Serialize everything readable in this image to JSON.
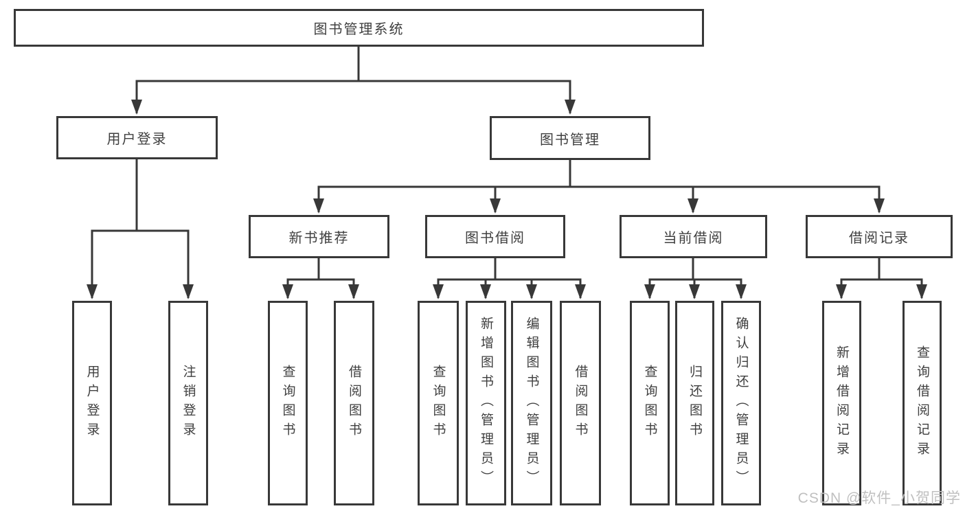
{
  "tree": {
    "root": {
      "label": "图书管理系统"
    },
    "children": [
      {
        "label": "用户登录",
        "children": [
          "用户登录",
          "注销登录"
        ]
      },
      {
        "label": "图书管理",
        "children": [
          {
            "label": "新书推荐",
            "children": [
              "查询图书",
              "借阅图书"
            ]
          },
          {
            "label": "图书借阅",
            "children": [
              "查询图书",
              "新增图书（管理员）",
              "编辑图书（管理员）",
              "借阅图书"
            ]
          },
          {
            "label": "当前借阅",
            "children": [
              "查询图书",
              "归还图书",
              "确认归还（管理员）"
            ]
          },
          {
            "label": "借阅记录",
            "children": [
              "新增借阅记录",
              "查询借阅记录"
            ]
          }
        ]
      }
    ]
  },
  "watermark": {
    "text": "CSDN @软件_小贺同学"
  },
  "colors": {
    "line": "#383838",
    "box_border": "#383838",
    "text": "#3f3f3f",
    "watermark": "#c0c0c0",
    "background": "#ffffff"
  }
}
